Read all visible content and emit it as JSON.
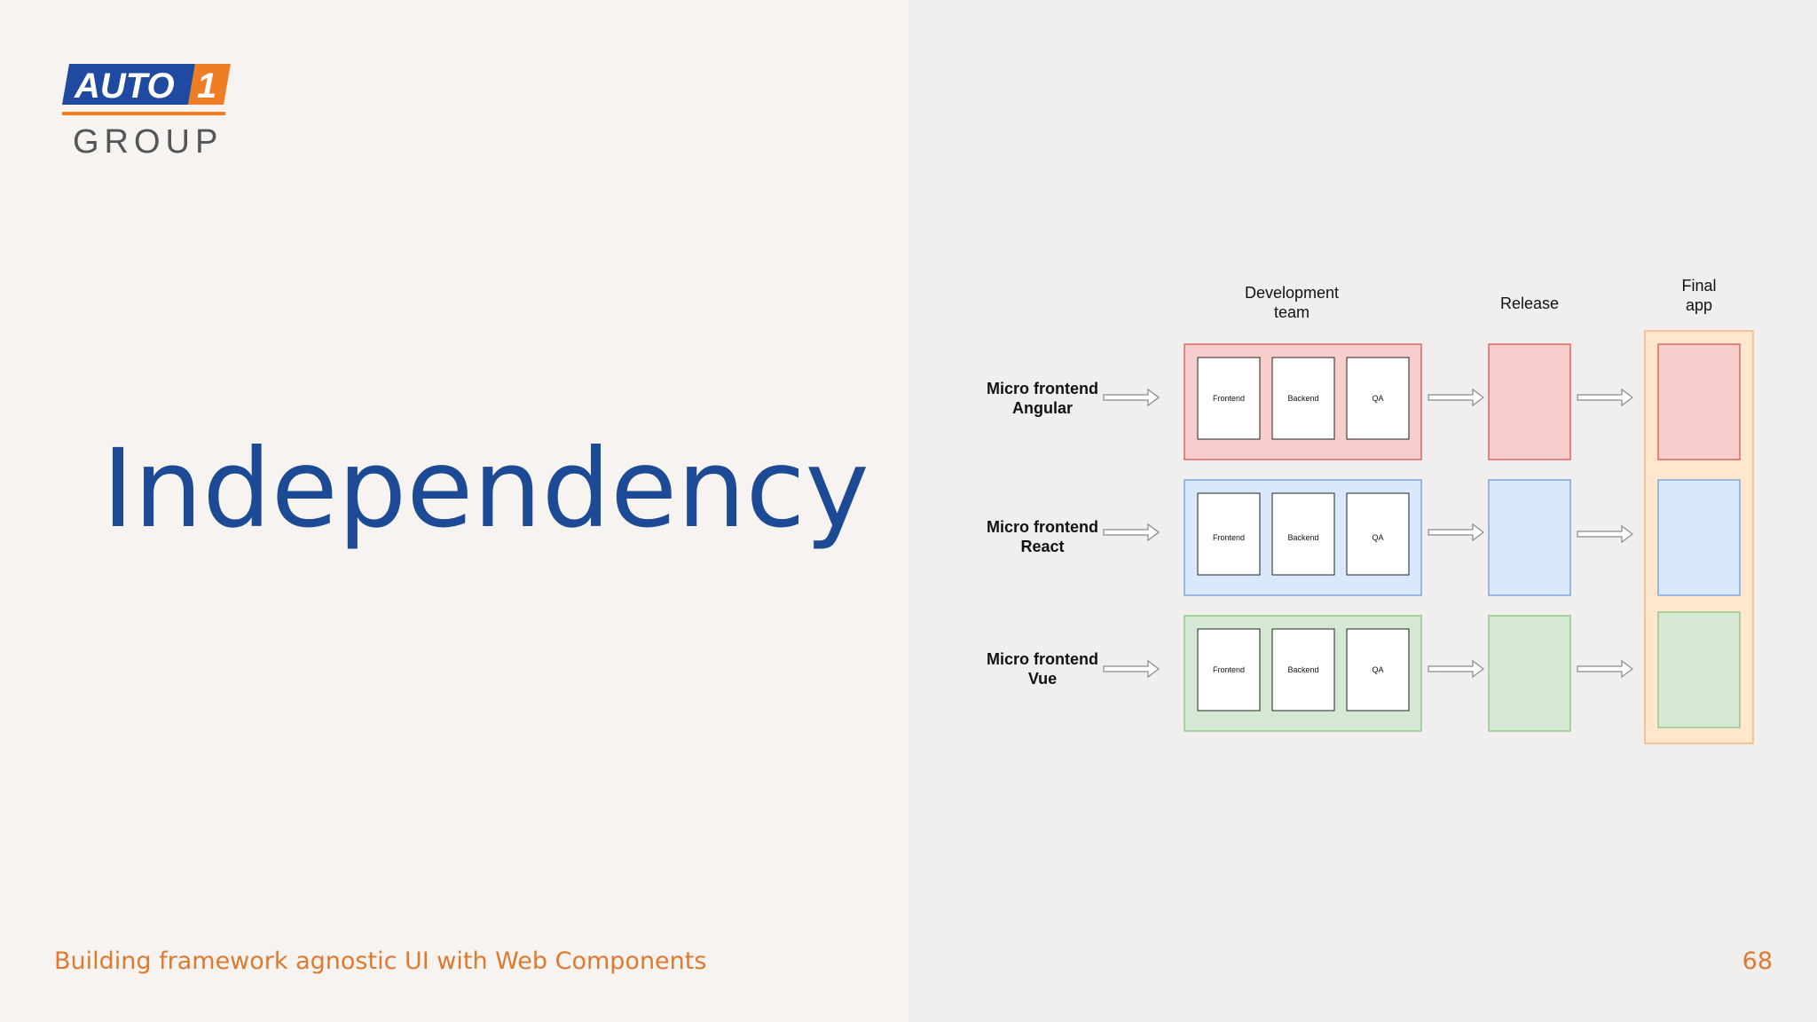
{
  "logo": {
    "top_text": "AUTO",
    "number": "1",
    "bottom_text": "GROUP",
    "colors": {
      "blue": "#1f4aa0",
      "orange": "#ee7d23",
      "gray": "#555555"
    }
  },
  "title": "Independency",
  "footer": {
    "text": "Building framework agnostic UI with Web Components",
    "page_number": "68"
  },
  "diagram": {
    "columns": {
      "dev_team": [
        "Development",
        "team"
      ],
      "release": "Release",
      "final_app": [
        "Final",
        "app"
      ]
    },
    "rows": [
      {
        "label": [
          "Micro frontend",
          "Angular"
        ],
        "fill": "#f8cecc",
        "stroke": "#e06666",
        "tasks": [
          "Frontend",
          "Backend",
          "QA"
        ]
      },
      {
        "label": [
          "Micro frontend",
          "React"
        ],
        "fill": "#dae8fc",
        "stroke": "#7ea6e0",
        "tasks": [
          "Frontend",
          "Backend",
          "QA"
        ]
      },
      {
        "label": [
          "Micro frontend",
          "Vue"
        ],
        "fill": "#d5e8d4",
        "stroke": "#97c78f",
        "tasks": [
          "Frontend",
          "Backend",
          "QA"
        ]
      }
    ],
    "final_app_container": {
      "fill": "#ffe6cc",
      "stroke": "#f0b876"
    }
  }
}
